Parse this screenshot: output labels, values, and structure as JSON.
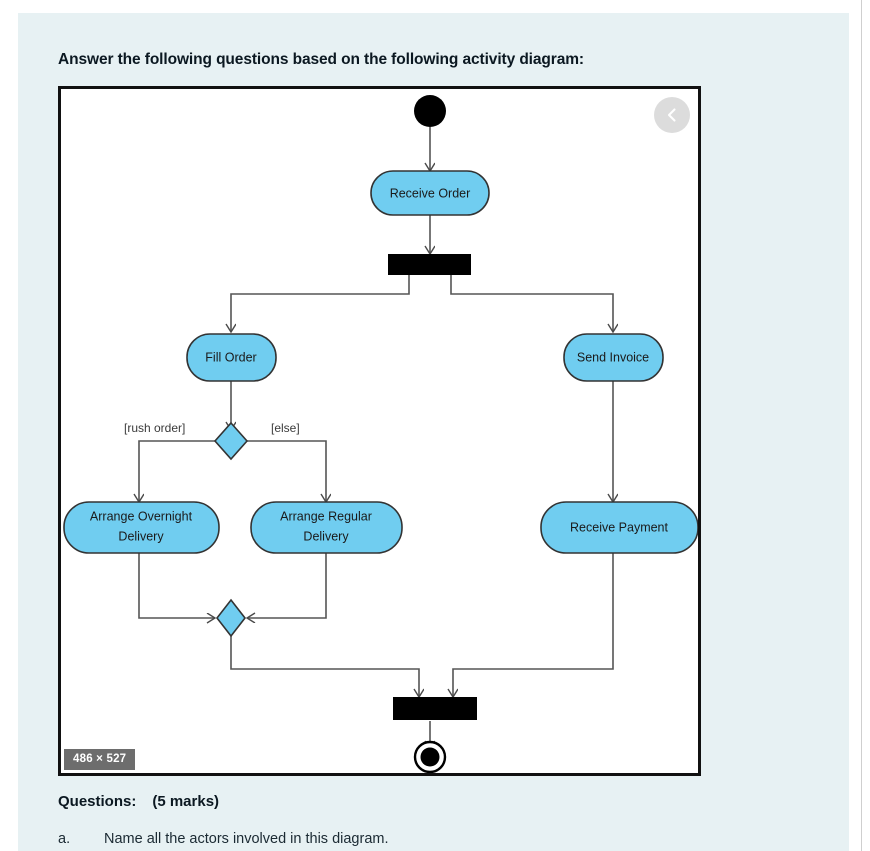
{
  "prompt": {
    "heading": "Answer the following questions based on the following activity diagram:"
  },
  "image": {
    "size_badge": "486 × 527",
    "collapse_icon": "chevron-left-icon"
  },
  "questions": {
    "label": "Questions:",
    "marks": "(5 marks)",
    "items": [
      {
        "letter": "a.",
        "text": "Name all the actors involved in this diagram."
      }
    ]
  },
  "colors": {
    "panel_background": "#e7f1f3",
    "activity_fill": "#70cdf0",
    "activity_stroke": "#333333",
    "edge_stroke": "#555555",
    "node_black": "#000000",
    "badge_background": "#6d6d6d"
  },
  "diagram": {
    "type": "uml-activity-diagram",
    "nodes": [
      {
        "id": "start",
        "kind": "initial-node",
        "label": ""
      },
      {
        "id": "receive-order",
        "kind": "activity",
        "label": "Receive Order"
      },
      {
        "id": "fork",
        "kind": "fork-bar",
        "label": ""
      },
      {
        "id": "fill-order",
        "kind": "activity",
        "label": "Fill Order"
      },
      {
        "id": "send-invoice",
        "kind": "activity",
        "label": "Send Invoice"
      },
      {
        "id": "decision",
        "kind": "decision-node",
        "label": ""
      },
      {
        "id": "arrange-overnight",
        "kind": "activity",
        "label": "Arrange Overnight Delivery"
      },
      {
        "id": "arrange-regular",
        "kind": "activity",
        "label": "Arrange Regular Delivery"
      },
      {
        "id": "receive-payment",
        "kind": "activity",
        "label": "Receive Payment"
      },
      {
        "id": "merge",
        "kind": "merge-node",
        "label": ""
      },
      {
        "id": "join",
        "kind": "join-bar",
        "label": ""
      },
      {
        "id": "final",
        "kind": "final-node",
        "label": ""
      }
    ],
    "node_labels": {
      "receive_order": "Receive Order",
      "fill_order": "Fill Order",
      "send_invoice": "Send Invoice",
      "arrange_overnight_line1": "Arrange Overnight",
      "arrange_overnight_line2": "Delivery",
      "arrange_regular_line1": "Arrange Regular",
      "arrange_regular_line2": "Delivery",
      "receive_payment": "Receive Payment"
    },
    "guards": {
      "rush_order": "[rush order]",
      "else": "[else]"
    }
  }
}
